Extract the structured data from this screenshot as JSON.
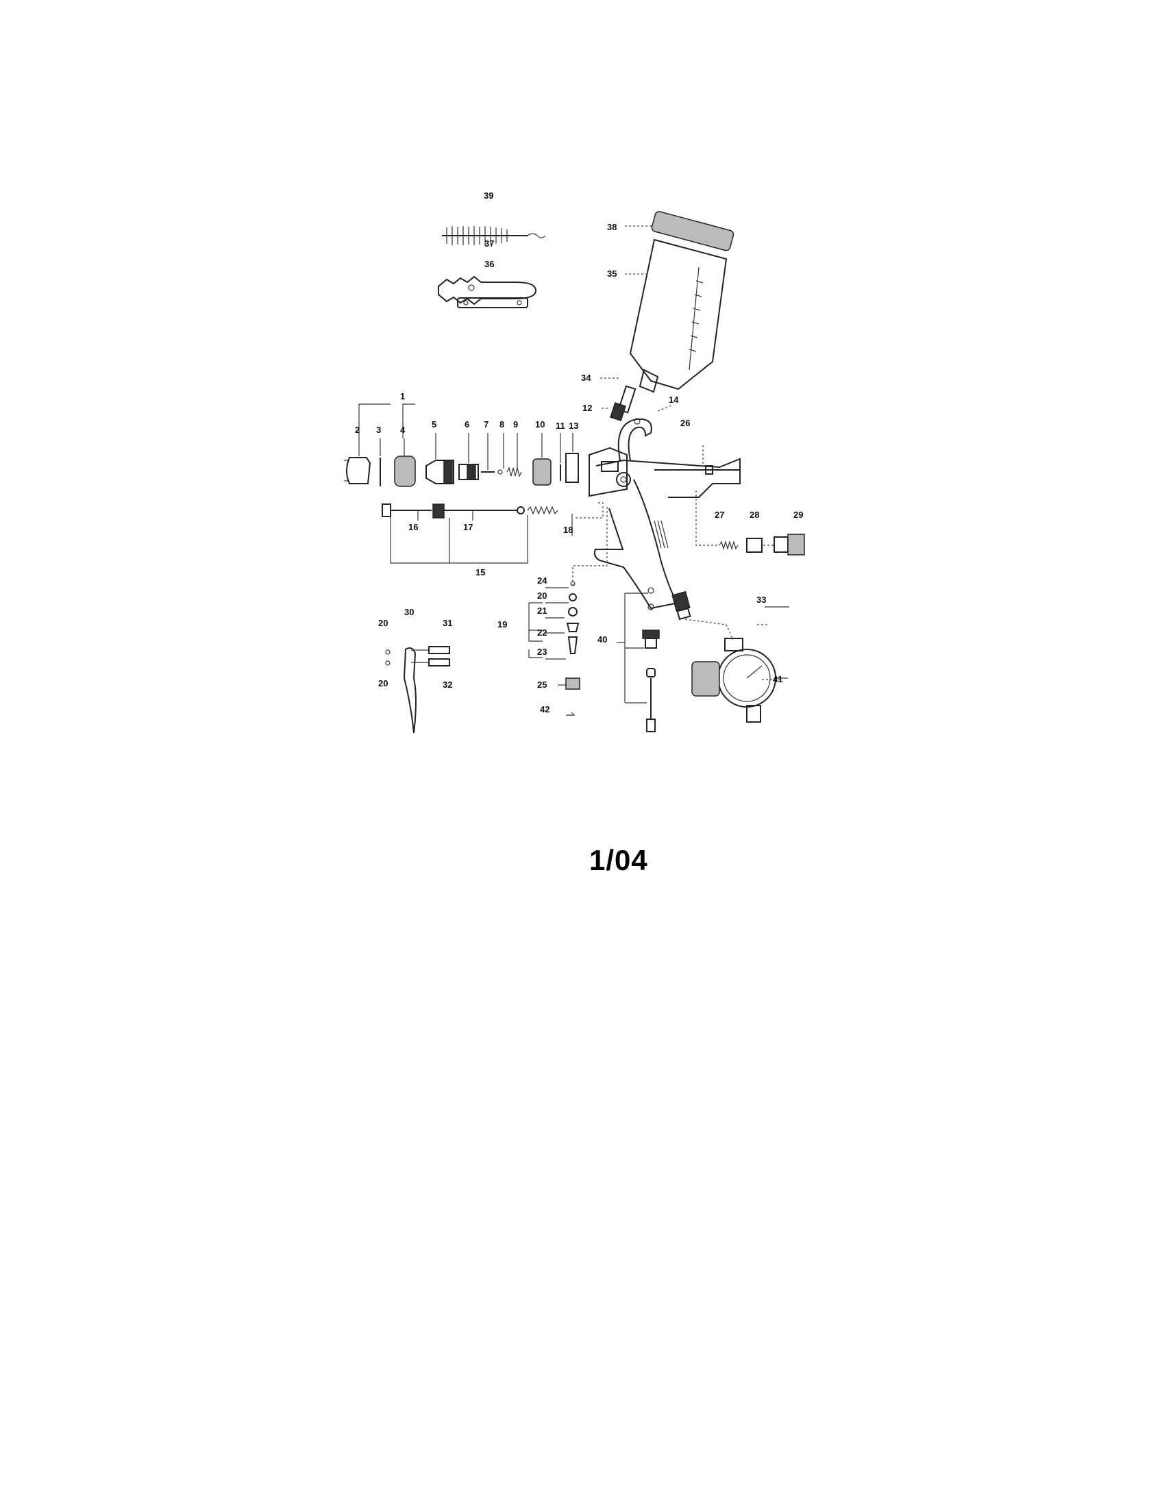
{
  "labels": {
    "l1": "1",
    "l2": "2",
    "l3": "3",
    "l4": "4",
    "l5": "5",
    "l6": "6",
    "l7": "7",
    "l8": "8",
    "l9": "9",
    "l10": "10",
    "l11": "11",
    "l12": "12",
    "l13": "13",
    "l14": "14",
    "l15": "15",
    "l16": "16",
    "l17": "17",
    "l18": "18",
    "l19": "19",
    "l20a": "20",
    "l20b": "20",
    "l20c": "20",
    "l21": "21",
    "l22": "22",
    "l23": "23",
    "l24": "24",
    "l25": "25",
    "l26": "26",
    "l27": "27",
    "l28": "28",
    "l29": "29",
    "l30": "30",
    "l31": "31",
    "l32": "32",
    "l33": "33",
    "l34": "34",
    "l35": "35",
    "l36": "36",
    "l37": "37",
    "l38": "38",
    "l39": "39",
    "l40": "40",
    "l41": "41",
    "l42": "42"
  },
  "page_date": "1/04"
}
